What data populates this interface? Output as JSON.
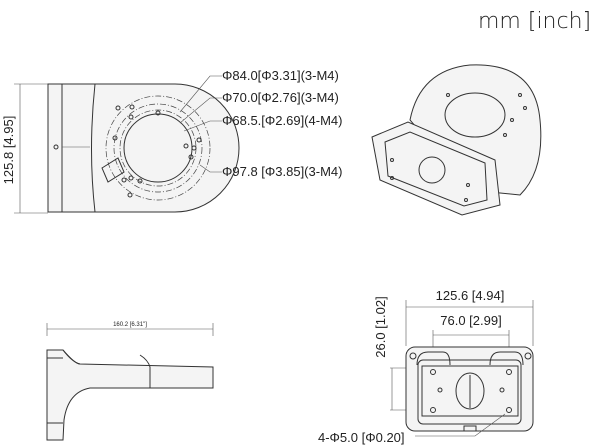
{
  "units_label": "mm [inch]",
  "top_view": {
    "height_dim": "125.8 [4.95]",
    "callouts": [
      "Φ84.0[Φ3.31](3-M4)",
      "Φ70.0[Φ2.76](3-M4)",
      "Φ68.5.[Φ2.69](4-M4)",
      "Φ97.8 [Φ3.85](3-M4)"
    ]
  },
  "side_view": {
    "length_dim": "160.2 [6.31\"]"
  },
  "front_view": {
    "width_dim": "125.6 [4.94]",
    "hole_spacing_dim": "76.0 [2.99]",
    "vertical_dim": "26.0 [1.02]",
    "hole_callout": "4-Φ5.0 [Φ0.20]"
  }
}
